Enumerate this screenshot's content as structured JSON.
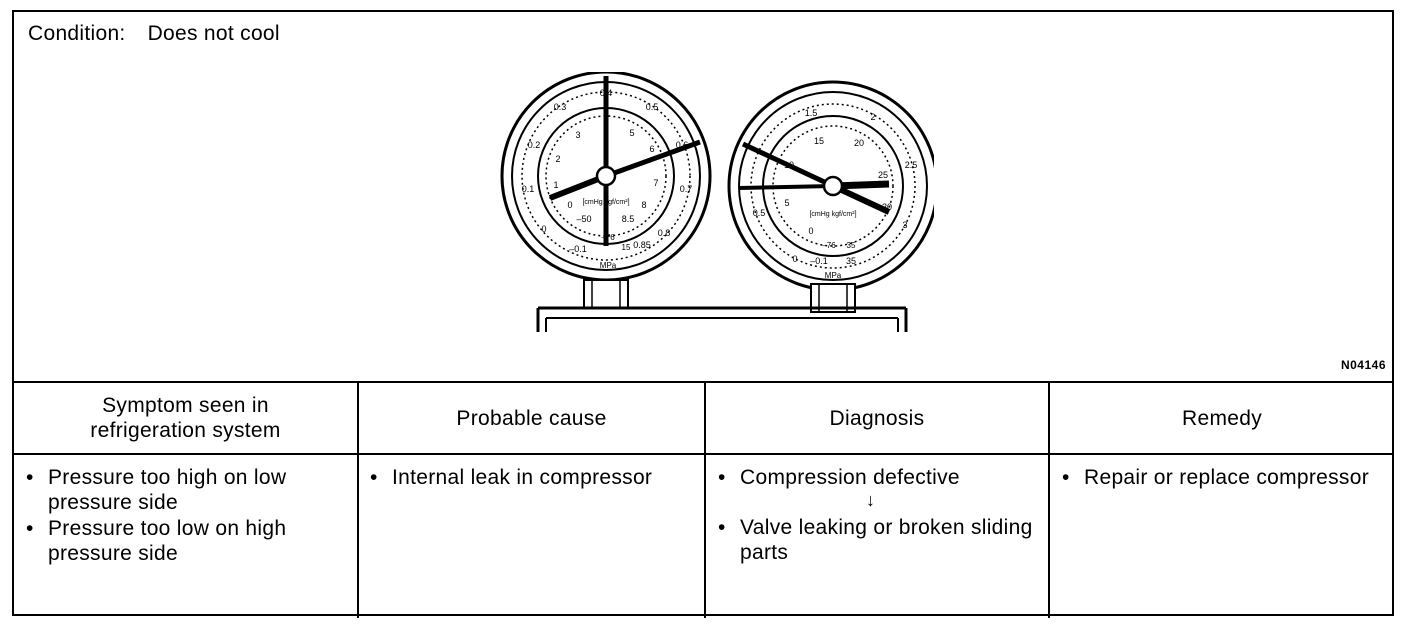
{
  "condition": {
    "label": "Condition:",
    "value": "Does not cool"
  },
  "figure_id": "N04146",
  "gauges": {
    "low": {
      "outer_ticks": [
        "0.4",
        "0.3",
        "0.5",
        "0.2",
        "0.6",
        "0.1",
        "0.7",
        "0",
        "0.8",
        "–0.1",
        "0.85",
        "MPa"
      ],
      "inner_ticks": [
        "4",
        "3",
        "5",
        "2",
        "6",
        "1",
        "7",
        "0",
        "8",
        "–50",
        "8.5",
        "–76",
        "15",
        "[cmHg kgf/cm²]"
      ]
    },
    "high": {
      "outer_ticks": [
        "1.5",
        "2",
        "2.5",
        "0.5",
        "3",
        "0",
        "–0.1",
        "35",
        "MPa"
      ],
      "inner_ticks": [
        "15",
        "20",
        "25",
        "30",
        "10",
        "5",
        "0",
        "–76",
        "35",
        "[cmHg kgf/cm²]"
      ]
    }
  },
  "table": {
    "headers": [
      "Symptom seen in\nrefrigeration system",
      "Probable cause",
      "Diagnosis",
      "Remedy"
    ],
    "symptom": [
      "Pressure too high on low pressure side",
      "Pressure too low on high pressure side"
    ],
    "cause": [
      "Internal leak in compressor"
    ],
    "diagnosis": {
      "first": "Compression defective",
      "arrow": "↓",
      "second": "Valve leaking or broken sliding parts"
    },
    "remedy": [
      "Repair or replace compressor"
    ]
  }
}
